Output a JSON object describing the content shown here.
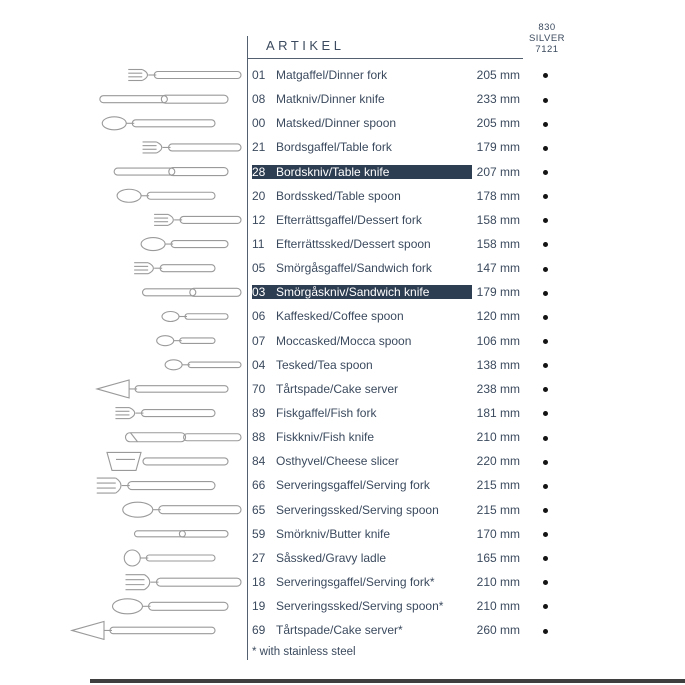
{
  "header": {
    "title": "ARTIKEL",
    "series_lines": [
      "830",
      "SILVER",
      "7121"
    ]
  },
  "footnote": "* with stainless steel",
  "colors": {
    "text": "#3b4a5e",
    "highlight_bg": "#2e3e52",
    "highlight_text": "#ffffff",
    "dot": "#141414",
    "rule": "#53606f",
    "art_stroke": "#9a9a9a",
    "bottom_bar": "#3f3f3f"
  },
  "rows": [
    {
      "num": "01",
      "name": "Matgaffel/Dinner fork",
      "length": "205 mm",
      "icon": "dinner-fork-icon",
      "kind": "fork",
      "highlighted": false,
      "silver_dot": true
    },
    {
      "num": "08",
      "name": "Matkniv/Dinner knife",
      "length": "233 mm",
      "icon": "dinner-knife-icon",
      "kind": "knife",
      "highlighted": false,
      "silver_dot": true
    },
    {
      "num": "00",
      "name": "Matsked/Dinner spoon",
      "length": "205 mm",
      "icon": "dinner-spoon-icon",
      "kind": "spoon",
      "highlighted": false,
      "silver_dot": true
    },
    {
      "num": "21",
      "name": "Bordsgaffel/Table fork",
      "length": "179 mm",
      "icon": "table-fork-icon",
      "kind": "fork",
      "highlighted": false,
      "silver_dot": true
    },
    {
      "num": "28",
      "name": "Bordskniv/Table knife",
      "length": "207 mm",
      "icon": "table-knife-icon",
      "kind": "knife",
      "highlighted": true,
      "silver_dot": true
    },
    {
      "num": "20",
      "name": "Bordssked/Table spoon",
      "length": "178 mm",
      "icon": "table-spoon-icon",
      "kind": "spoon",
      "highlighted": false,
      "silver_dot": true
    },
    {
      "num": "12",
      "name": "Efterrättsgaffel/Dessert fork",
      "length": "158 mm",
      "icon": "dessert-fork-icon",
      "kind": "fork",
      "highlighted": false,
      "silver_dot": true
    },
    {
      "num": "11",
      "name": "Efterrättssked/Dessert spoon",
      "length": "158 mm",
      "icon": "dessert-spoon-icon",
      "kind": "spoon",
      "highlighted": false,
      "silver_dot": true
    },
    {
      "num": "05",
      "name": "Smörgåsgaffel/Sandwich fork",
      "length": "147 mm",
      "icon": "sandwich-fork-icon",
      "kind": "fork",
      "highlighted": false,
      "silver_dot": true
    },
    {
      "num": "03",
      "name": "Smörgåskniv/Sandwich knife",
      "length": "179 mm",
      "icon": "sandwich-knife-icon",
      "kind": "knife",
      "highlighted": true,
      "silver_dot": true
    },
    {
      "num": "06",
      "name": "Kaffesked/Coffee spoon",
      "length": "120 mm",
      "icon": "coffee-spoon-icon",
      "kind": "small-spoon",
      "highlighted": false,
      "silver_dot": true
    },
    {
      "num": "07",
      "name": "Moccasked/Mocca spoon",
      "length": "106 mm",
      "icon": "mocca-spoon-icon",
      "kind": "small-spoon",
      "highlighted": false,
      "silver_dot": true
    },
    {
      "num": "04",
      "name": "Tesked/Tea spoon",
      "length": "138 mm",
      "icon": "tea-spoon-icon",
      "kind": "small-spoon",
      "highlighted": false,
      "silver_dot": true
    },
    {
      "num": "70",
      "name": "Tårtspade/Cake server",
      "length": "238 mm",
      "icon": "cake-server-icon",
      "kind": "cake-server",
      "highlighted": false,
      "silver_dot": true
    },
    {
      "num": "89",
      "name": "Fiskgaffel/Fish fork",
      "length": "181 mm",
      "icon": "fish-fork-icon",
      "kind": "fork",
      "highlighted": false,
      "silver_dot": true
    },
    {
      "num": "88",
      "name": "Fiskkniv/Fish knife",
      "length": "210 mm",
      "icon": "fish-knife-icon",
      "kind": "fish-knife",
      "highlighted": false,
      "silver_dot": true
    },
    {
      "num": "84",
      "name": "Osthyvel/Cheese slicer",
      "length": "220 mm",
      "icon": "cheese-slicer-icon",
      "kind": "cheese-slicer",
      "highlighted": false,
      "silver_dot": true
    },
    {
      "num": "66",
      "name": "Serveringsgaffel/Serving fork",
      "length": "215 mm",
      "icon": "serving-fork-icon",
      "kind": "serving-fork",
      "highlighted": false,
      "silver_dot": true
    },
    {
      "num": "65",
      "name": "Serveringssked/Serving spoon",
      "length": "215 mm",
      "icon": "serving-spoon-icon",
      "kind": "serving-spoon",
      "highlighted": false,
      "silver_dot": true
    },
    {
      "num": "59",
      "name": "Smörkniv/Butter knife",
      "length": "170 mm",
      "icon": "butter-knife-icon",
      "kind": "butter-knife",
      "highlighted": false,
      "silver_dot": true
    },
    {
      "num": "27",
      "name": "Såssked/Gravy ladle",
      "length": "165 mm",
      "icon": "gravy-ladle-icon",
      "kind": "ladle",
      "highlighted": false,
      "silver_dot": true
    },
    {
      "num": "18",
      "name": "Serveringsgaffel/Serving fork*",
      "length": "210 mm",
      "icon": "serving-fork-icon",
      "kind": "serving-fork",
      "highlighted": false,
      "silver_dot": true
    },
    {
      "num": "19",
      "name": "Serveringssked/Serving spoon*",
      "length": "210 mm",
      "icon": "serving-spoon-icon",
      "kind": "serving-spoon",
      "highlighted": false,
      "silver_dot": true
    },
    {
      "num": "69",
      "name": "Tårtspade/Cake server*",
      "length": "260 mm",
      "icon": "cake-server-icon",
      "kind": "cake-server",
      "highlighted": false,
      "silver_dot": true
    }
  ]
}
